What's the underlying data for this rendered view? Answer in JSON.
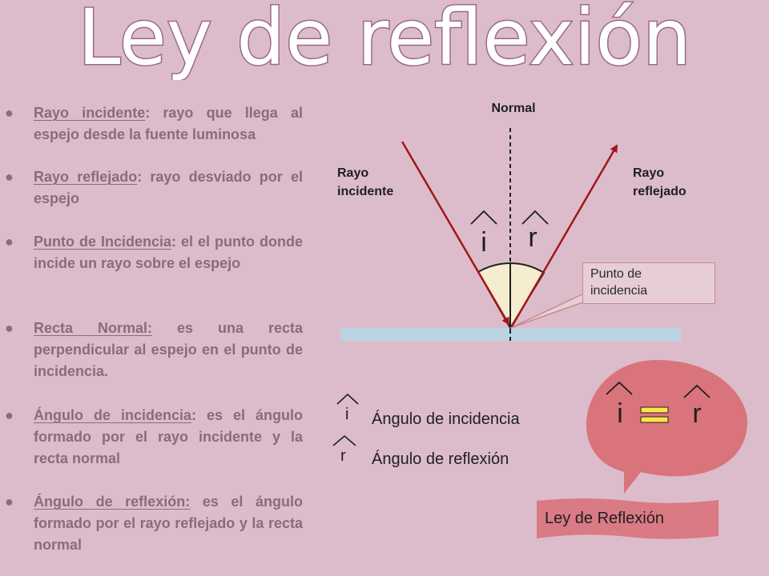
{
  "title": "Ley de reflexión",
  "definitions": [
    {
      "term": "Rayo incidente",
      "sep": ":",
      "text": " rayo que llega al espejo desde la fuente luminosa"
    },
    {
      "term": "Rayo reflejado",
      "sep": ":",
      "text": " rayo desviado por el espejo"
    },
    {
      "term": "Punto de Incidencia",
      "sep": ":",
      "text": " el el punto donde incide un rayo sobre el espejo"
    },
    {
      "term": "Recta Normal:",
      "sep": "",
      "text": " es una recta perpendicular al espejo en el punto de incidencia."
    },
    {
      "term": "Ángulo de incidencia",
      "sep": ":",
      "text": " es el ángulo formado por el rayo incidente y la recta normal"
    },
    {
      "term": "Ángulo de reflexión:",
      "sep": "",
      "text": " es el ángulo formado por el rayo reflejado y la recta normal"
    }
  ],
  "diagram": {
    "normal_label": "Normal",
    "incident_label": [
      "Rayo",
      "incidente"
    ],
    "reflected_label": [
      "Rayo",
      "reflejado"
    ],
    "angle_i": "i",
    "angle_r": "r",
    "callout_lines": [
      "Punto de",
      "incidencia"
    ]
  },
  "legend": [
    {
      "symbol": "i",
      "label": "Ángulo de incidencia"
    },
    {
      "symbol": "r",
      "label": "Ángulo de reflexión"
    }
  ],
  "law": {
    "lhs": "i",
    "rhs": "r",
    "caption": "Ley de Reflexión"
  },
  "colors": {
    "background": "#dcbccb",
    "definition_text": "#8a6a7e",
    "ray": "#a01818",
    "mirror": "#bcd3e4",
    "angle_fill": "#f6ecd0",
    "bubble": "#d9747c",
    "banner": "#d97a84",
    "equals": "#ffe14a"
  }
}
